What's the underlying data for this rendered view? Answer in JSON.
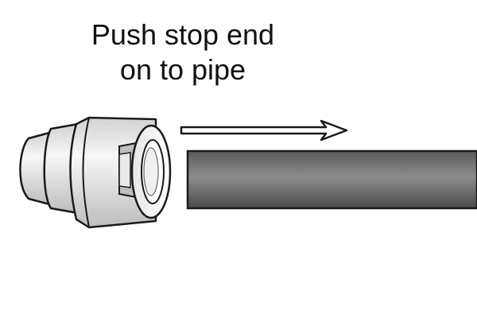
{
  "instruction": {
    "line1": "Push stop end",
    "line2": "on to pipe"
  },
  "colors": {
    "background": "#ffffff",
    "outline": "#1a1a1a",
    "fitting_light": "#f4f4f4",
    "fitting_shade": "#c9c9c9",
    "pipe_light": "#8a8a8a",
    "pipe_dark": "#4e4e4e",
    "arrow": "#1a1a1a"
  },
  "icons": {
    "arrow": "right-arrow-icon",
    "fitting": "stop-end-fitting",
    "pipe": "pipe"
  }
}
